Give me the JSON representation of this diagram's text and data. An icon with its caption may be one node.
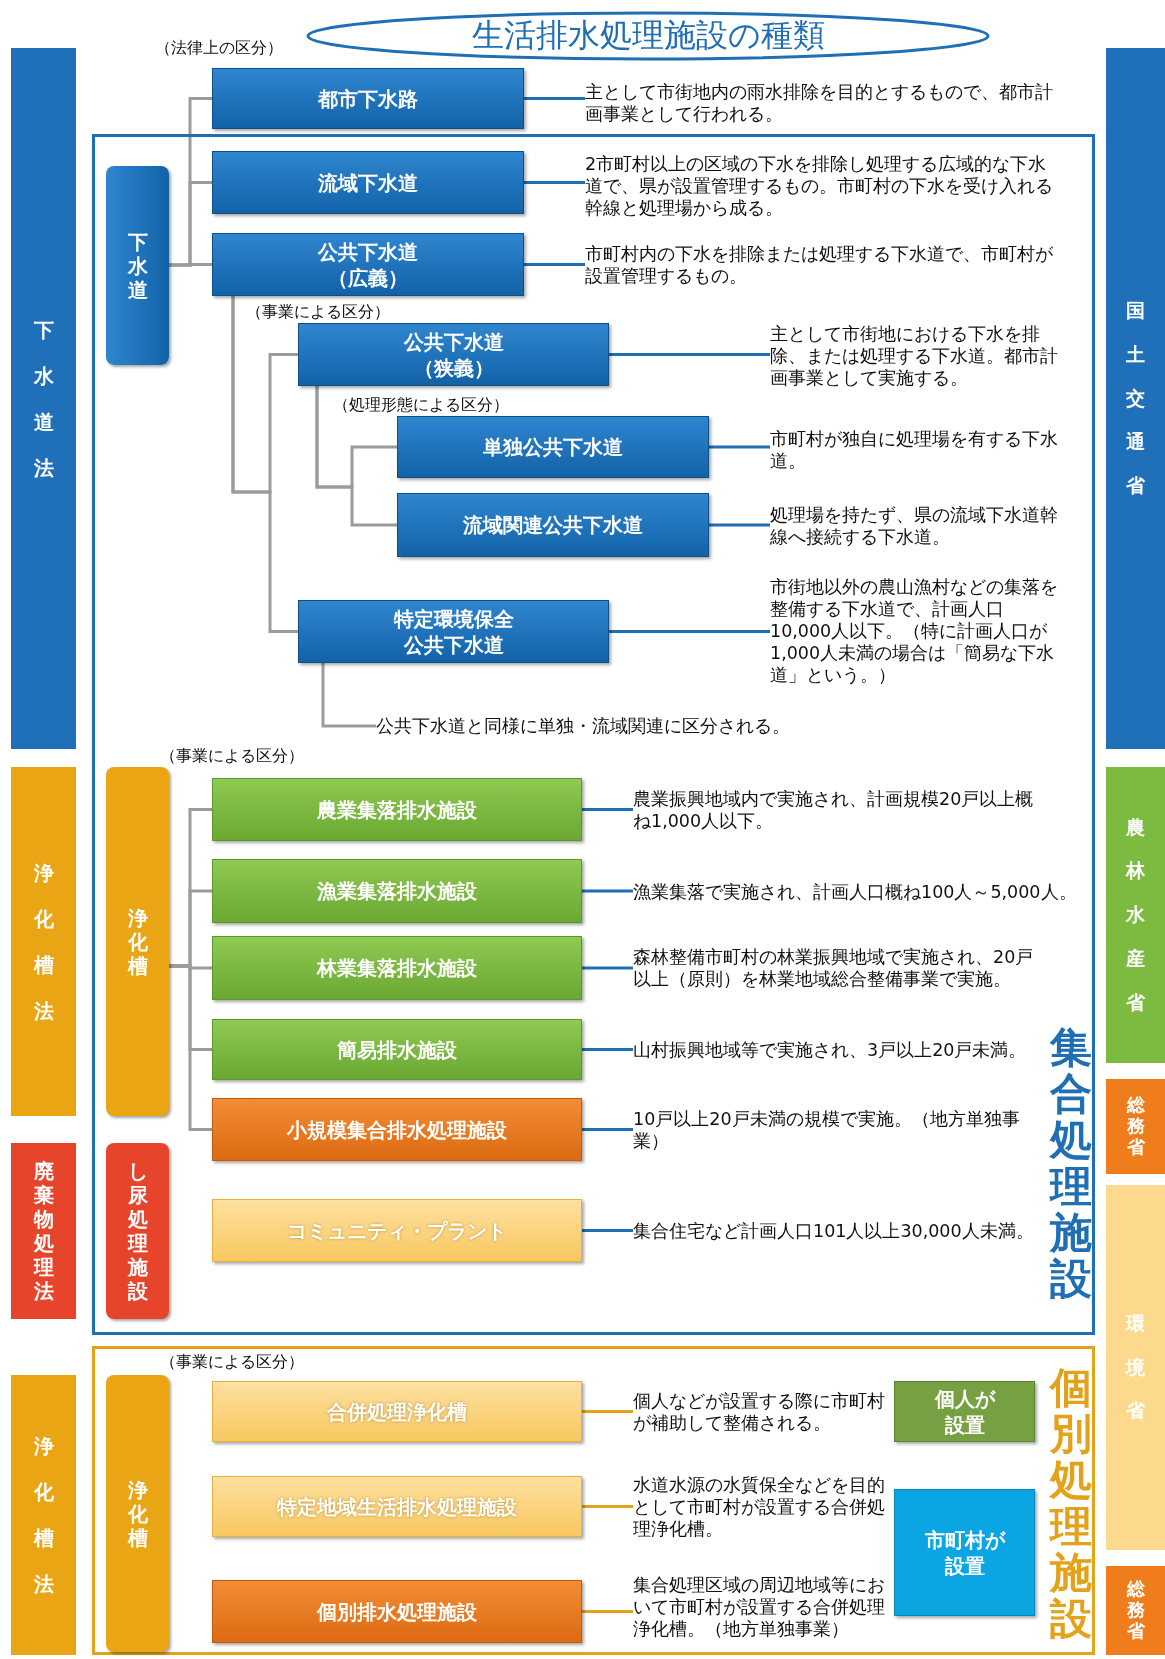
{
  "diagram": {
    "title": "生活排水処理施設の種類",
    "nodes": [
      {
        "text": [
          "下水道法"
        ]
      },
      {
        "text": [
          "国土交通省"
        ]
      },
      {
        "text": [
          "都市下水路"
        ]
      },
      {
        "text": [
          "主として市街地内の雨水排除を目的とするもので、都市計画事業として行われる。"
        ]
      },
      {
        "text": [
          "集合処理施設"
        ]
      },
      {
        "text": [
          "下水道"
        ],
        "in": 4
      },
      {
        "text": [
          "流域下水道"
        ],
        "in": 4
      },
      {
        "text": [
          "2市町村以上の区域の下水を排除し処理する広域的な下水道で、県が設置管理するもの。市町村の下水を受け入れる幹線と処理場から成る。"
        ],
        "in": 4
      },
      {
        "text": [
          "公共下水道（広義）"
        ],
        "in": 4
      },
      {
        "text": [
          "市町村内の下水を排除または処理する下水道で、市町村が設置管理するもの。"
        ],
        "in": 4
      },
      {
        "text": [
          "公共下水道（狭義）"
        ],
        "in": 4
      },
      {
        "text": [
          "主として市街地における下水を排除、または処理する下水道。都市計画事業として実施する。"
        ],
        "in": 4
      },
      {
        "text": [
          "単独公共下水道"
        ],
        "in": 4
      },
      {
        "text": [
          "市町村が独自に処理場を有する下水道。"
        ],
        "in": 4
      },
      {
        "text": [
          "流域関連公共下水道"
        ],
        "in": 4
      },
      {
        "text": [
          "処理場を持たず、県の流域下水道幹線へ接続する下水道。"
        ],
        "in": 4
      },
      {
        "text": [
          "特定環境保全公共下水道"
        ],
        "in": 4
      },
      {
        "text": [
          "市街地以外の農山漁村などの集落を整備する下水道で、計画人口10,000人以下。（特に計画人口が1,000人未満の場合は「簡易な下水道」という。）"
        ],
        "in": 4
      },
      {
        "text": [
          "公共下水道と同様に単独・流域関連に区分される。"
        ],
        "in": 4
      },
      {
        "text": [
          "浄化槽法"
        ]
      },
      {
        "text": [
          "農林水産省"
        ]
      },
      {
        "text": [
          "浄化槽"
        ],
        "in": 4
      },
      {
        "text": [
          "農業集落排水施設"
        ],
        "in": 4
      },
      {
        "text": [
          "農業振興地域内で実施され、計画規模20戸以上概ね1,000人以下。"
        ],
        "in": 4
      },
      {
        "text": [
          "漁業集落排水施設"
        ],
        "in": 4
      },
      {
        "text": [
          "漁業集落で実施され、計画人口概ね100人～5,000人。"
        ],
        "in": 4
      },
      {
        "text": [
          "林業集落排水施設"
        ],
        "in": 4
      },
      {
        "text": [
          "森林整備市町村の林業振興地域で実施され、20戸以上（原則）を林業地域総合整備事業で実施。"
        ],
        "in": 4
      },
      {
        "text": [
          "簡易排水施設"
        ],
        "in": 4
      },
      {
        "text": [
          "山村振興地域等で実施され、3戸以上20戸未満。"
        ],
        "in": 4
      },
      {
        "text": [
          "総務省"
        ]
      },
      {
        "text": [
          "小規模集合排水処理施設"
        ],
        "in": 4
      },
      {
        "text": [
          "10戸以上20戸未満の規模で実施。（地方単独事業）"
        ],
        "in": 4
      },
      {
        "text": [
          "廃棄物処理法"
        ]
      },
      {
        "text": [
          "し尿処理施設"
        ],
        "in": 4
      },
      {
        "text": [
          "コミュニティ・プラント"
        ],
        "in": 4
      },
      {
        "text": [
          "集合住宅など計画人口101人以上30,000人未満。"
        ],
        "in": 4
      },
      {
        "text": [
          "環境省"
        ]
      },
      {
        "text": [
          "個別処理施設"
        ]
      },
      {
        "text": [
          "浄化槽法"
        ]
      },
      {
        "text": [
          "浄化槽"
        ],
        "in": 38
      },
      {
        "text": [
          "合併処理浄化槽"
        ],
        "in": 38
      },
      {
        "text": [
          "個人などが設置する際に市町村が補助して整備される。"
        ],
        "in": 38
      },
      {
        "text": [
          "個人が設置"
        ],
        "in": 38
      },
      {
        "text": [
          "特定地域生活排水処理施設"
        ],
        "in": 38
      },
      {
        "text": [
          "水道水源の水質保全などを目的として市町村が設置する合併処理浄化槽。"
        ],
        "in": 38
      },
      {
        "text": [
          "市町村が設置"
        ],
        "in": 38
      },
      {
        "text": [
          "個別排水処理施設"
        ],
        "in": 38
      },
      {
        "text": [
          "集合処理区域の周辺地域等において市町村が設置する合併処理浄化槽。（地方単独事業）"
        ],
        "in": 38
      },
      {
        "text": [
          "総務省"
        ]
      }
    ],
    "edges": [
      {
        "from": 5,
        "to": 2,
        "arrow": "none",
        "color": "#9b9b9b"
      },
      {
        "from": 5,
        "to": 6,
        "arrow": "none",
        "color": "#9b9b9b"
      },
      {
        "from": 5,
        "to": 8,
        "arrow": "none",
        "color": "#9b9b9b"
      },
      {
        "from": 8,
        "to": 10,
        "arrow": "none",
        "color": "#9b9b9b"
      },
      {
        "from": 8,
        "to": 16,
        "arrow": "none",
        "color": "#9b9b9b"
      },
      {
        "from": 10,
        "to": 12,
        "arrow": "none",
        "color": "#9b9b9b"
      },
      {
        "from": 10,
        "to": 14,
        "arrow": "none",
        "color": "#9b9b9b"
      },
      {
        "from": 16,
        "to": 18,
        "arrow": "none",
        "color": "#9b9b9b"
      },
      {
        "from": 21,
        "to": 22,
        "arrow": "none",
        "color": "#9b9b9b"
      },
      {
        "from": 21,
        "to": 24,
        "arrow": "none",
        "color": "#9b9b9b"
      },
      {
        "from": 21,
        "to": 26,
        "arrow": "none",
        "color": "#9b9b9b"
      },
      {
        "from": 21,
        "to": 28,
        "arrow": "none",
        "color": "#9b9b9b"
      },
      {
        "from": 21,
        "to": 31,
        "arrow": "none",
        "color": "#9b9b9b"
      },
      {
        "from": 2,
        "to": 3,
        "arrow": "none",
        "color": "#1f6fb5"
      },
      {
        "from": 6,
        "to": 7,
        "arrow": "none",
        "color": "#1f6fb5"
      },
      {
        "from": 8,
        "to": 9,
        "arrow": "none",
        "color": "#1f6fb5"
      },
      {
        "from": 10,
        "to": 11,
        "arrow": "none",
        "color": "#1f6fb5"
      },
      {
        "from": 12,
        "to": 13,
        "arrow": "none",
        "color": "#1f6fb5"
      },
      {
        "from": 14,
        "to": 15,
        "arrow": "none",
        "color": "#1f6fb5"
      },
      {
        "from": 16,
        "to": 17,
        "arrow": "none",
        "color": "#1f6fb5"
      },
      {
        "from": 22,
        "to": 23,
        "arrow": "none",
        "color": "#1f6fb5"
      },
      {
        "from": 24,
        "to": 25,
        "arrow": "none",
        "color": "#1f6fb5"
      },
      {
        "from": 26,
        "to": 27,
        "arrow": "none",
        "color": "#1f6fb5"
      },
      {
        "from": 28,
        "to": 29,
        "arrow": "none",
        "color": "#1f6fb5"
      },
      {
        "from": 31,
        "to": 32,
        "arrow": "none",
        "color": "#1f6fb5"
      },
      {
        "from": 35,
        "to": 36,
        "arrow": "none",
        "color": "#1f6fb5"
      },
      {
        "from": 41,
        "to": 42,
        "arrow": "none",
        "color": "#e3a21a"
      },
      {
        "from": 44,
        "to": 45,
        "arrow": "none",
        "color": "#e3a21a"
      },
      {
        "from": 47,
        "to": 48,
        "arrow": "none",
        "color": "#e3a21a"
      }
    ],
    "labels": [
      "（法律上の区分）",
      "（事業による区分）",
      "（処理形態による区分）",
      "（事業による区分）",
      "（事業による区分）"
    ]
  }
}
